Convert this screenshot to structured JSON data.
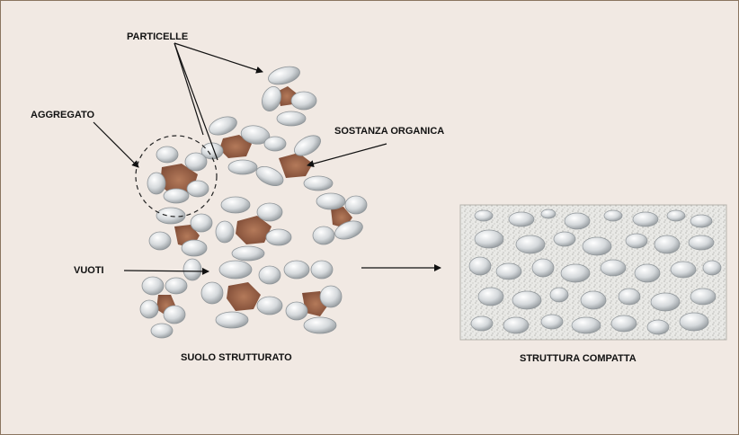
{
  "labels": {
    "particelle": "PARTICELLE",
    "aggregato": "AGGREGATO",
    "sostanza_organica": "SOSTANZA ORGANICA",
    "vuoti": "VUOTI",
    "suolo_strutturato": "SUOLO STRUTTURATO",
    "struttura_compatta": "STRUTTURA COMPATTA"
  },
  "colors": {
    "background": "#f1e9e3",
    "frame": "#8a7560",
    "particle_fill": "#d9dcde",
    "particle_edge": "#8f9599",
    "organic_matter": "#a0664a",
    "compact_matrix": "#e6e6e3"
  }
}
